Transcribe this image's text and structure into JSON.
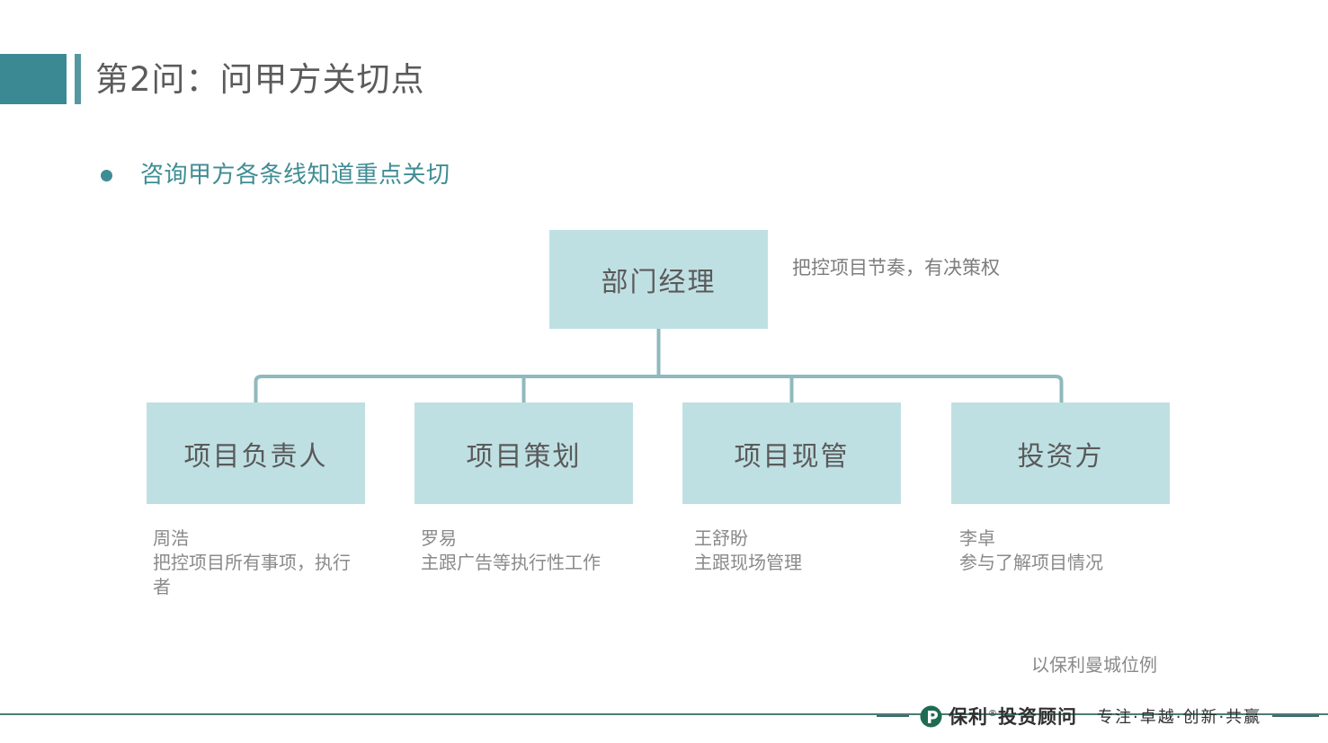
{
  "slide": {
    "title": "第2问：问甲方关切点",
    "bullet": "咨询甲方各条线知道重点关切",
    "source_note": "以保利曼城位例"
  },
  "colors": {
    "teal_block": "#3b8a93",
    "teal_bar": "#55989f",
    "bullet_teal": "#3f8d94",
    "node_fill": "#bfe0e3",
    "connector": "#8fb9bd",
    "text_gray": "#5a5a5a",
    "caption_gray": "#8a8a8a",
    "footer_green": "#1f6b52"
  },
  "org_chart": {
    "root": {
      "label": "部门经理",
      "note": "把控项目节奏，有决策权"
    },
    "children": [
      {
        "label": "项目负责人",
        "person": "周浩",
        "duty": "把控项目所有事项，执行者"
      },
      {
        "label": "项目策划",
        "person": "罗易",
        "duty": "主跟广告等执行性工作"
      },
      {
        "label": "项目现管",
        "person": "王舒盼",
        "duty": "主跟现场管理"
      },
      {
        "label": "投资方",
        "person": "李卓",
        "duty": "参与了解项目情况"
      }
    ]
  },
  "footer": {
    "brand": "保利",
    "brand_reg": "®",
    "brand_suffix": "投资顾问",
    "tagline": "专注·卓越·创新·共赢"
  }
}
